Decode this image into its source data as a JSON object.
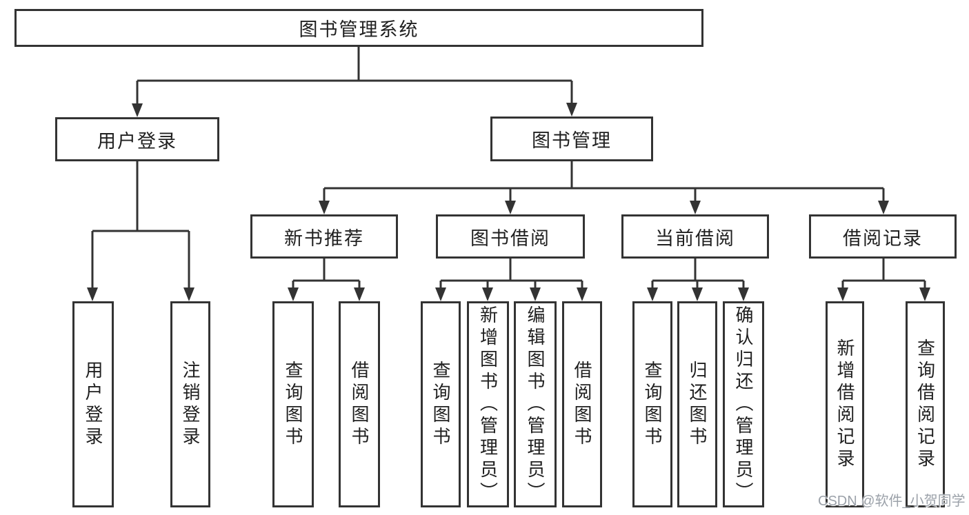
{
  "tree": {
    "root": "图书管理系统",
    "level2": [
      "用户登录",
      "图书管理"
    ],
    "level3": [
      "新书推荐",
      "图书借阅",
      "当前借阅",
      "借阅记录"
    ],
    "leaves_user": [
      "用户登录",
      "注销登录"
    ],
    "leaves_newbook": [
      "查询图书",
      "借阅图书"
    ],
    "leaves_borrow": [
      "查询图书",
      "新增图书（管理员）",
      "编辑图书（管理员）",
      "借阅图书"
    ],
    "leaves_current": [
      "查询图书",
      "归还图书",
      "确认归还（管理员）"
    ],
    "leaves_records": [
      "新增借阅记录",
      "查询借阅记录"
    ]
  },
  "watermark": "CSDN @软件_小贺同学",
  "colors": {
    "line": "#333333",
    "text": "#1f1f1f",
    "watermark": "#9ba1a9",
    "background": "#ffffff"
  }
}
